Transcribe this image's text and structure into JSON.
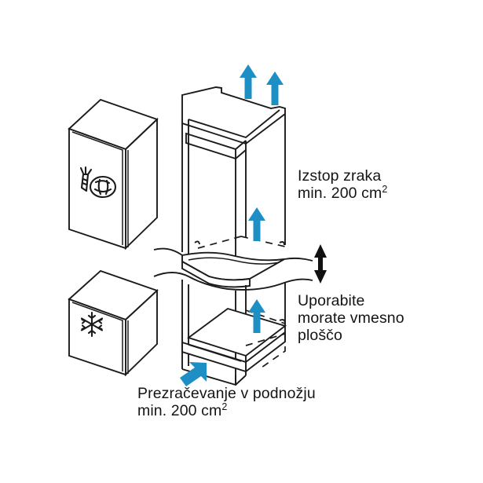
{
  "diagram": {
    "title": "Built-in appliance ventilation installation diagram",
    "background_color": "#ffffff",
    "line_color": "#1b1b1b",
    "accent_color": "#1d8fc4",
    "language": "Slovenian"
  },
  "appliances": [
    {
      "id": "refrigerator",
      "icon": "vegetables-icon",
      "icon_description": "carrot and lettuce"
    },
    {
      "id": "freezer",
      "icon": "snowflake-icon",
      "icon_description": "snowflake"
    }
  ],
  "callouts": {
    "air_outlet": {
      "line1": "Izstop zraka",
      "line2_prefix": "min. 200 cm",
      "line2_sup": "2"
    },
    "intermediate_shelf": {
      "line1": "Uporabite",
      "line2": "morate vmesno",
      "line3": "ploščo"
    },
    "base_ventilation": {
      "line1": "Prezračevanje v podnožju",
      "line2_prefix": "min. 200 cm",
      "line2_sup": "2"
    }
  },
  "arrows": [
    {
      "id": "top-outlet-left",
      "direction": "up",
      "color": "#1d8fc4"
    },
    {
      "id": "top-outlet-right",
      "direction": "up",
      "color": "#1d8fc4"
    },
    {
      "id": "upper-cavity",
      "direction": "up",
      "color": "#1d8fc4"
    },
    {
      "id": "lower-cavity",
      "direction": "up",
      "color": "#1d8fc4"
    },
    {
      "id": "base-inlet",
      "direction": "up-right",
      "color": "#1d8fc4"
    },
    {
      "id": "shelf-spacing",
      "direction": "up-down",
      "color": "#111111"
    }
  ]
}
